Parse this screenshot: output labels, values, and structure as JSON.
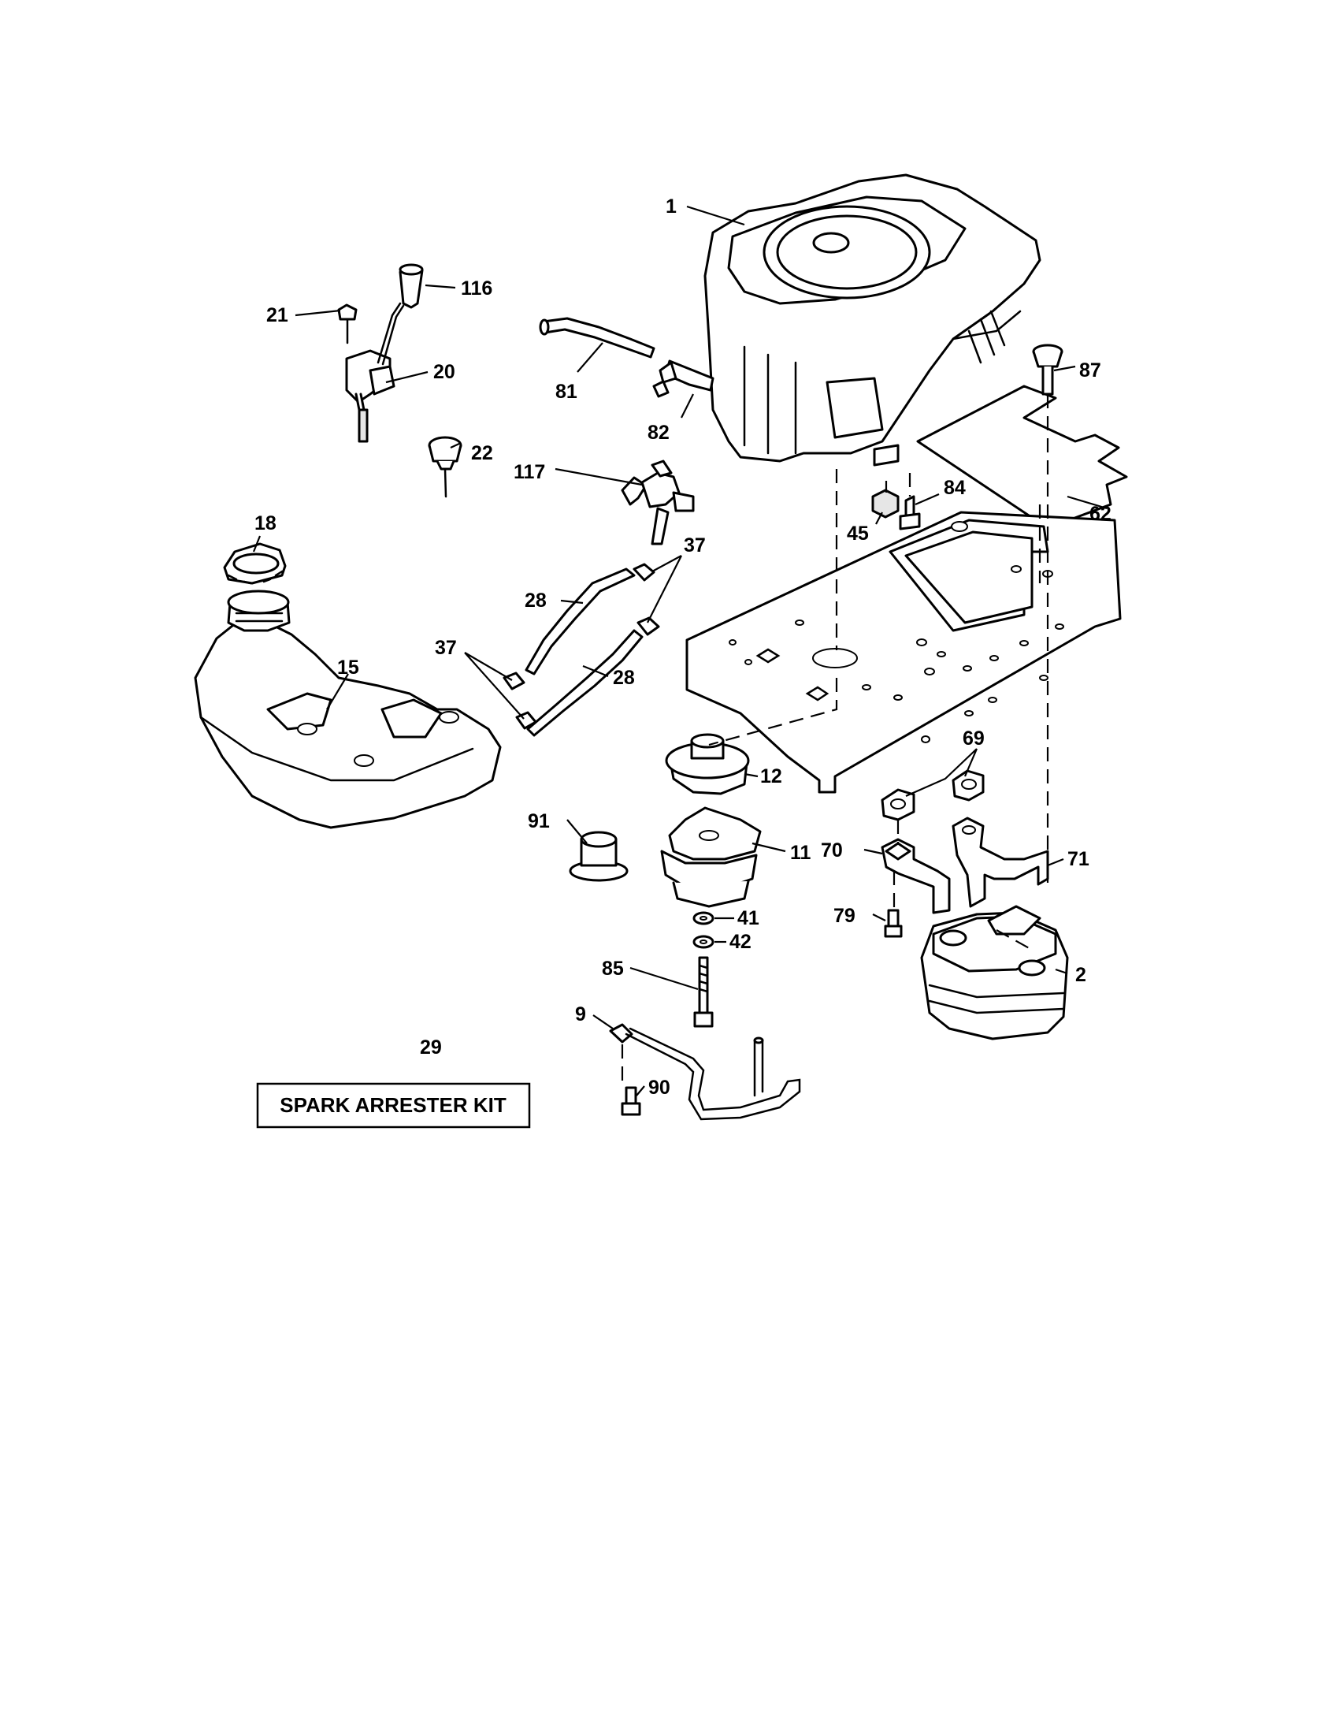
{
  "callouts": [
    {
      "id": "1",
      "text": "1"
    },
    {
      "id": "116",
      "text": "116"
    },
    {
      "id": "21",
      "text": "21"
    },
    {
      "id": "20",
      "text": "20"
    },
    {
      "id": "81",
      "text": "81"
    },
    {
      "id": "82",
      "text": "82"
    },
    {
      "id": "87",
      "text": "87"
    },
    {
      "id": "22",
      "text": "22"
    },
    {
      "id": "117",
      "text": "117"
    },
    {
      "id": "84",
      "text": "84"
    },
    {
      "id": "45",
      "text": "45"
    },
    {
      "id": "62",
      "text": "62"
    },
    {
      "id": "18",
      "text": "18"
    },
    {
      "id": "37a",
      "text": "37"
    },
    {
      "id": "28a",
      "text": "28"
    },
    {
      "id": "37b",
      "text": "37"
    },
    {
      "id": "15",
      "text": "15"
    },
    {
      "id": "28b",
      "text": "28"
    },
    {
      "id": "69",
      "text": "69"
    },
    {
      "id": "12",
      "text": "12"
    },
    {
      "id": "91",
      "text": "91"
    },
    {
      "id": "11",
      "text": "11"
    },
    {
      "id": "70",
      "text": "70"
    },
    {
      "id": "71",
      "text": "71"
    },
    {
      "id": "41",
      "text": "41"
    },
    {
      "id": "79",
      "text": "79"
    },
    {
      "id": "42",
      "text": "42"
    },
    {
      "id": "85",
      "text": "85"
    },
    {
      "id": "2",
      "text": "2"
    },
    {
      "id": "9",
      "text": "9"
    },
    {
      "id": "29",
      "text": "29"
    },
    {
      "id": "90",
      "text": "90"
    }
  ],
  "kit_label": "SPARK ARRESTER KIT"
}
